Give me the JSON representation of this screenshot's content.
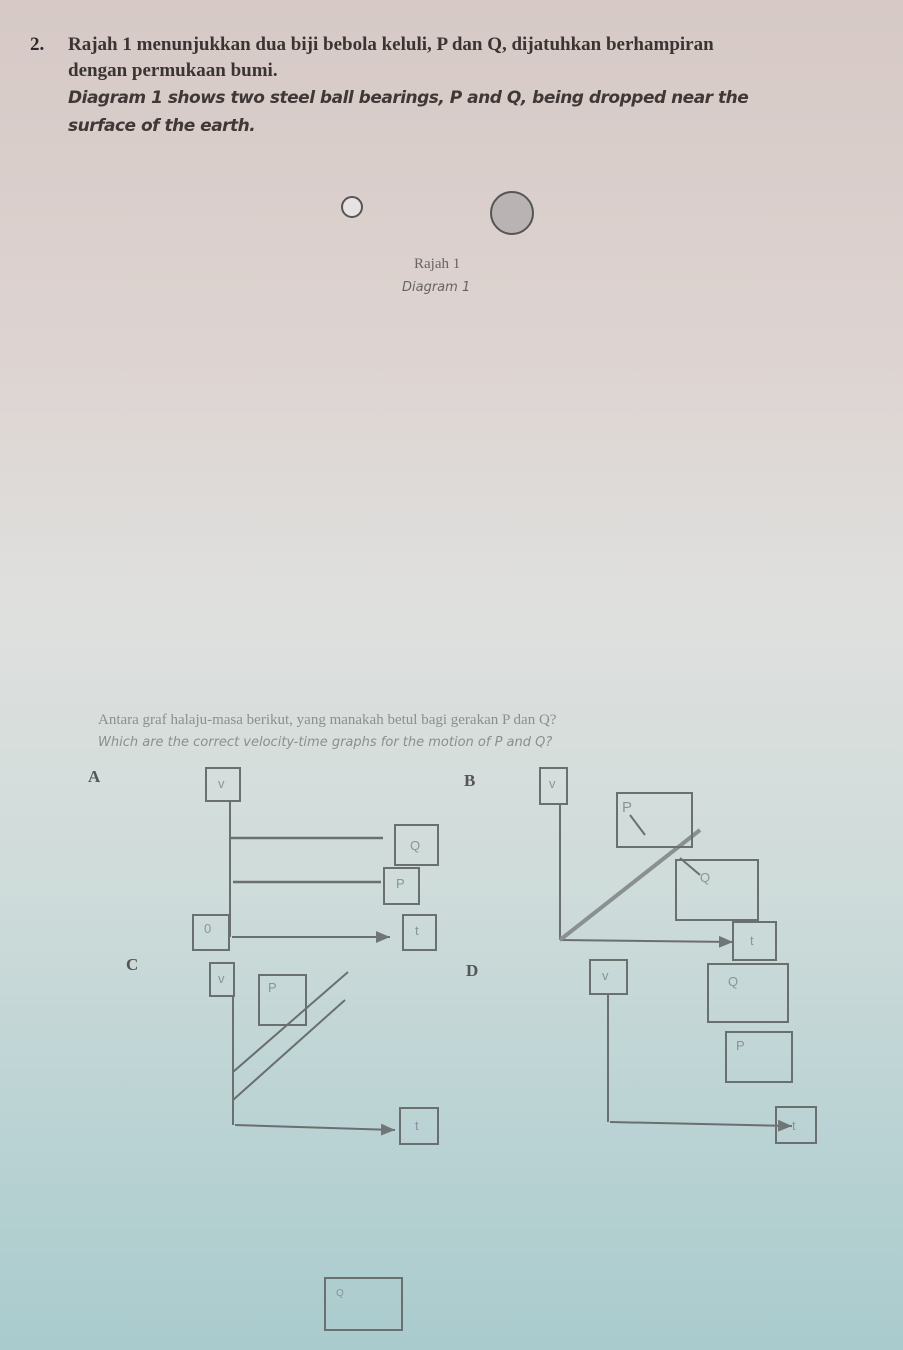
{
  "question": {
    "number": "2.",
    "malay_line1": "Rajah 1 menunjukkan dua biji bebola keluli, P dan Q, dijatuhkan berhampiran",
    "malay_line2": "dengan permukaan bumi.",
    "english_line1": "Diagram 1 shows two steel ball bearings, P and Q, being dropped near the",
    "english_line2": "surface of the earth."
  },
  "diagram": {
    "caption_malay": "Rajah 1",
    "caption_english": "Diagram 1"
  },
  "prompt": {
    "malay": "Antara graf halaju-masa berikut, yang manakah betul bagi gerakan P dan Q?",
    "english": "Which are the correct velocity-time graphs for the motion of P and Q?"
  },
  "options": {
    "A": {
      "label": "A",
      "v": "v",
      "t": "t",
      "origin": "0",
      "p": "P",
      "q": "Q"
    },
    "B": {
      "label": "B",
      "v": "v",
      "t": "t",
      "p": "P",
      "q": "Q"
    },
    "C": {
      "label": "C",
      "v": "v",
      "t": "t",
      "p": "P"
    },
    "D": {
      "label": "D",
      "v": "v",
      "t": "t",
      "p": "P",
      "q": "Q"
    }
  },
  "answer_box": {
    "label": "Q"
  }
}
